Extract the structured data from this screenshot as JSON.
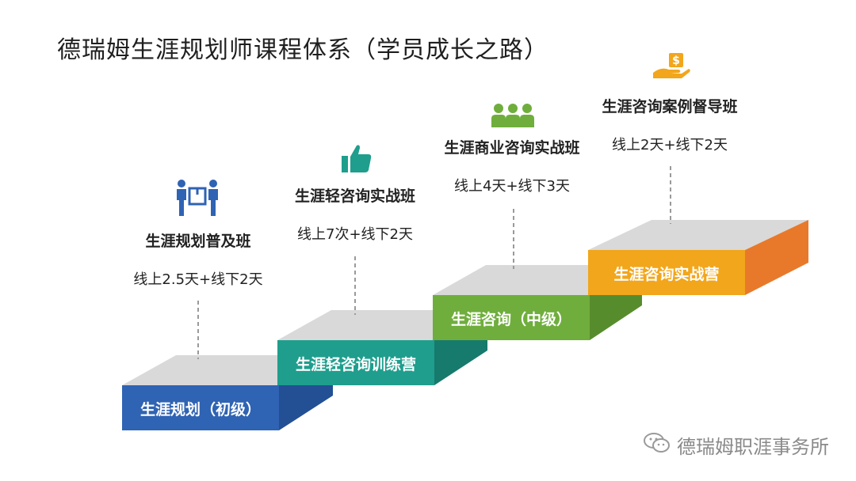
{
  "title": "德瑞姆生涯规划师课程体系（学员成长之路）",
  "steps": [
    {
      "label": "生涯规划（初级）",
      "color": "#2f63b3"
    },
    {
      "label": "生涯轻咨询训练营",
      "color": "#1f9e8d"
    },
    {
      "label": "生涯咨询（中级）",
      "color": "#6fae3c"
    },
    {
      "label": "生涯咨询实战营",
      "color": "#f2a61c"
    }
  ],
  "courses": [
    {
      "name": "生涯规划普及班",
      "duration": "线上2.5天+线下2天",
      "icon": "movers-box-icon"
    },
    {
      "name": "生涯轻咨询实战班",
      "duration": "线上7次+线下2天",
      "icon": "thumbs-up-icon"
    },
    {
      "name": "生涯商业咨询实战班",
      "duration": "线上4天+线下3天",
      "icon": "group-people-icon"
    },
    {
      "name": "生涯咨询案例督导班",
      "duration": "线上2天+线下2天",
      "icon": "money-hand-icon"
    }
  ],
  "colors": {
    "top_face": "#d9d9d9",
    "blue_side": "#234f94",
    "teal_side": "#167a6d",
    "green_side": "#578c2d",
    "orange_side": "#e8792a",
    "icon_blue": "#2f63b3",
    "icon_teal": "#1f9e8d",
    "icon_green": "#6fae3c",
    "icon_orange": "#f2a61c"
  },
  "watermark": "德瑞姆职涯事务所"
}
